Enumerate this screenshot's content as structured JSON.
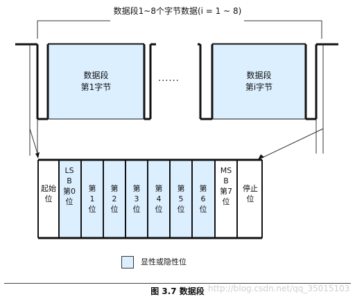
{
  "diagram": {
    "top_label": "数据段1~8个字节数据(i = 1 ~ 8)",
    "byte_first": {
      "line1": "数据段",
      "line2": "第1字节"
    },
    "ellipsis": "......",
    "byte_last": {
      "line1": "数据段",
      "line2": "第i字节"
    },
    "bits": [
      {
        "label": "起始位",
        "shaded": false
      },
      {
        "label": "LSB第0位",
        "shaded": true
      },
      {
        "label": "第1位",
        "shaded": true
      },
      {
        "label": "第2位",
        "shaded": true
      },
      {
        "label": "第3位",
        "shaded": true
      },
      {
        "label": "第4位",
        "shaded": true
      },
      {
        "label": "第5位",
        "shaded": true
      },
      {
        "label": "第6位",
        "shaded": true
      },
      {
        "label": "MSB第7位",
        "shaded": true
      },
      {
        "label": "停止位",
        "shaded": false
      }
    ],
    "legend": {
      "text": "显性或隐性位"
    },
    "caption": "图 3.7  数据段",
    "watermark": "http://blog.csdn.net/qq_35015103"
  },
  "colors": {
    "shade": "#dcefff",
    "line": "#111111"
  }
}
